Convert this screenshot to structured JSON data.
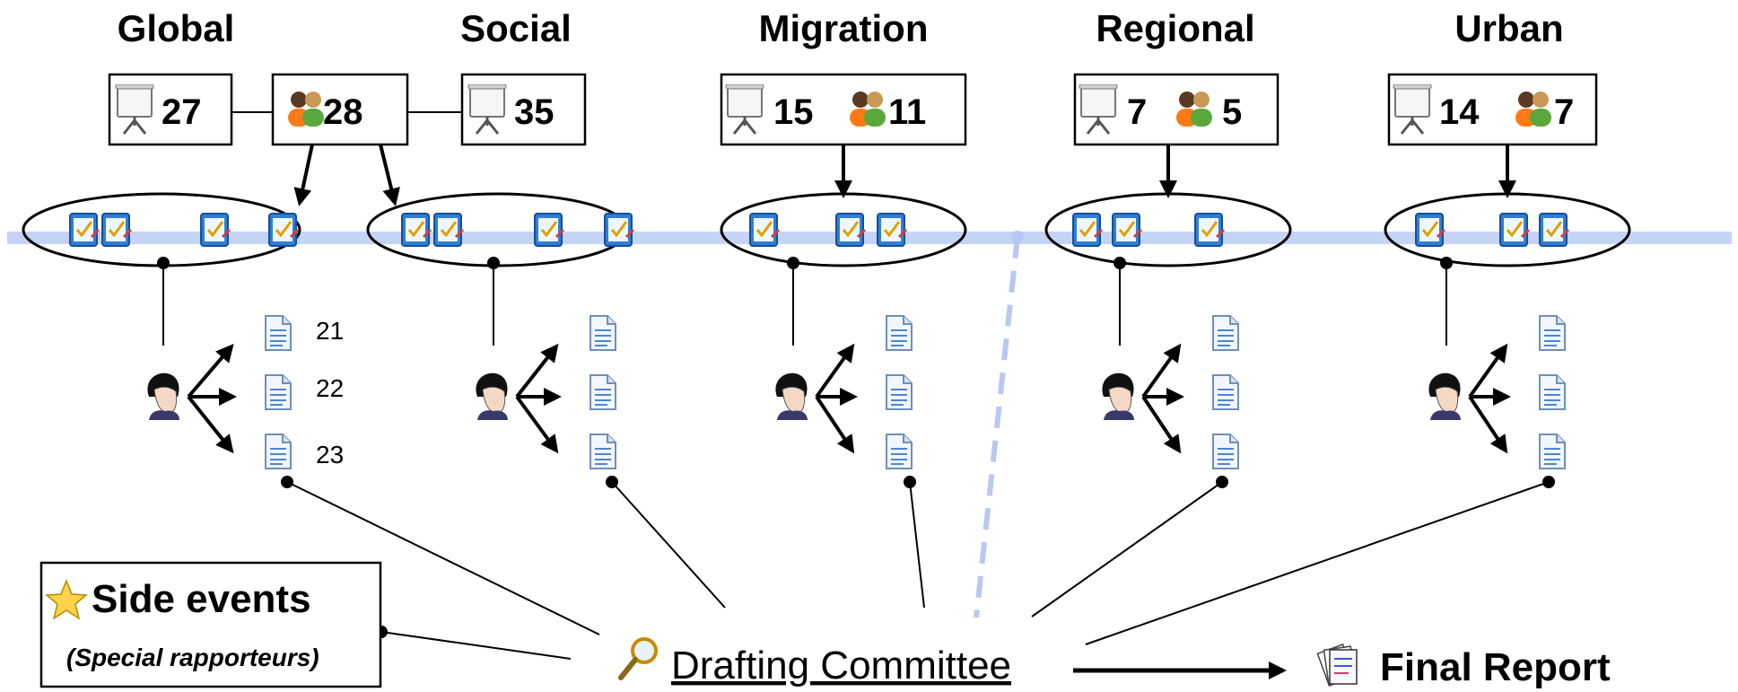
{
  "tracks": [
    {
      "title": "Global",
      "boxes": [
        {
          "items": [
            {
              "icon": "presentation-board-icon",
              "count": "27"
            }
          ]
        },
        {
          "items": [
            {
              "icon": "two-people-icon",
              "count": "28"
            }
          ]
        },
        {
          "items": [
            {
              "icon": "presentation-board-icon",
              "count": "35"
            }
          ]
        }
      ],
      "sessions": 4,
      "document_labels": [
        "21",
        "22",
        "23"
      ]
    },
    {
      "title": "Social",
      "boxes": [],
      "sessions": 4,
      "document_labels": [
        "",
        "",
        ""
      ]
    },
    {
      "title": "Migration",
      "boxes": [
        {
          "items": [
            {
              "icon": "presentation-board-icon",
              "count": "15"
            },
            {
              "icon": "two-people-icon",
              "count": "11"
            }
          ]
        }
      ],
      "sessions": 3,
      "document_labels": [
        "",
        "",
        ""
      ]
    },
    {
      "title": "Regional",
      "boxes": [
        {
          "items": [
            {
              "icon": "presentation-board-icon",
              "count": "7"
            },
            {
              "icon": "two-people-icon",
              "count": "5"
            }
          ]
        }
      ],
      "sessions": 3,
      "document_labels": [
        "",
        "",
        ""
      ]
    },
    {
      "title": "Urban",
      "boxes": [
        {
          "items": [
            {
              "icon": "presentation-board-icon",
              "count": "14"
            },
            {
              "icon": "two-people-icon",
              "count": "7"
            }
          ]
        }
      ],
      "sessions": 3,
      "document_labels": [
        "",
        "",
        ""
      ]
    }
  ],
  "side_events": {
    "title": "Side events",
    "subtitle": "(Special rapporteurs)",
    "icon": "star-icon"
  },
  "drafting_committee": {
    "label": "Drafting Committee",
    "icon": "magnifier-icon"
  },
  "final_report": {
    "label": "Final Report",
    "icon": "stacked-documents-icon"
  },
  "icons": {
    "session": "checklist-tablet-icon",
    "rapporteur": "person-head-icon",
    "document": "document-icon"
  },
  "colors": {
    "timeline": "#c5d3f5",
    "ink": "#000000",
    "tablet": "#2f7fd6",
    "person_fill": "#ff8a1a",
    "person_alt": "#5aa83c"
  }
}
